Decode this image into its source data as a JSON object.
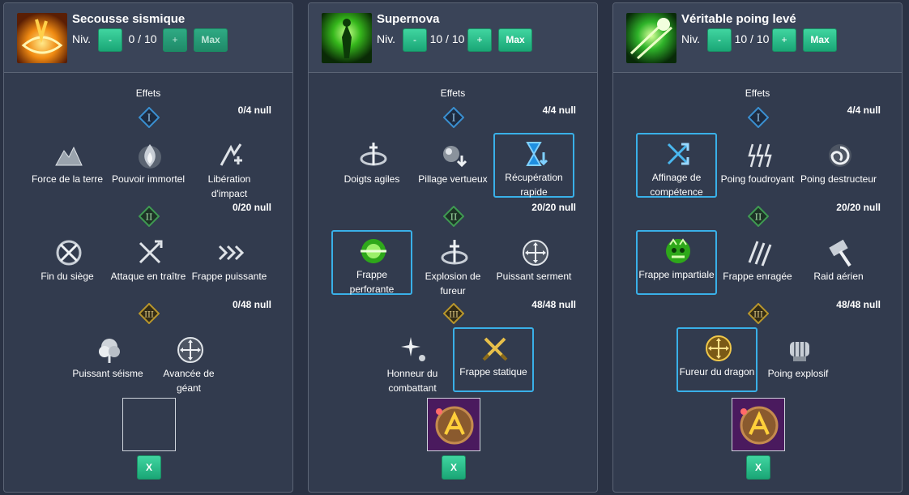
{
  "panels": [
    {
      "name": "Secousse sismique",
      "niv_label": "Niv.",
      "level": "0 / 10",
      "minus": "-",
      "plus": "+",
      "max": "Max",
      "effets": "Effets",
      "tier_counts": [
        "0/4 null",
        "0/20 null",
        "0/48 null"
      ],
      "tier1": [
        "Force de la terre",
        "Pouvoir immortel",
        "Libération d'impact"
      ],
      "tier2": [
        "Fin du siège",
        "Attaque en traître",
        "Frappe puissante"
      ],
      "tier3": [
        "Puissant séisme",
        "Avancée de géant"
      ],
      "close": "X"
    },
    {
      "name": "Supernova",
      "niv_label": "Niv.",
      "level": "10 / 10",
      "minus": "-",
      "plus": "+",
      "max": "Max",
      "effets": "Effets",
      "tier_counts": [
        "4/4 null",
        "20/20 null",
        "48/48 null"
      ],
      "tier1": [
        "Doigts agiles",
        "Pillage vertueux",
        "Récupération rapide"
      ],
      "tier2": [
        "Frappe perforante",
        "Explosion de fureur",
        "Puissant serment"
      ],
      "tier3": [
        "Honneur du combattant",
        "Frappe statique"
      ],
      "close": "X"
    },
    {
      "name": "Véritable poing levé",
      "niv_label": "Niv.",
      "level": "10 / 10",
      "minus": "-",
      "plus": "+",
      "max": "Max",
      "effets": "Effets",
      "tier_counts": [
        "4/4 null",
        "20/20 null",
        "48/48 null"
      ],
      "tier1": [
        "Affinage de compétence",
        "Poing foudroyant",
        "Poing destructeur"
      ],
      "tier2": [
        "Frappe impartiale",
        "Frappe enragée",
        "Raid aérien"
      ],
      "tier3": [
        "Fureur du dragon",
        "Poing explosif"
      ],
      "close": "X"
    }
  ],
  "tier_numerals": [
    "I",
    "II",
    "III"
  ],
  "colors": {
    "accent": "#26b884",
    "selected_border": "#39b0e8",
    "tier1": "#3a8fd0",
    "tier2": "#3f9a52",
    "tier3": "#b8962c"
  }
}
